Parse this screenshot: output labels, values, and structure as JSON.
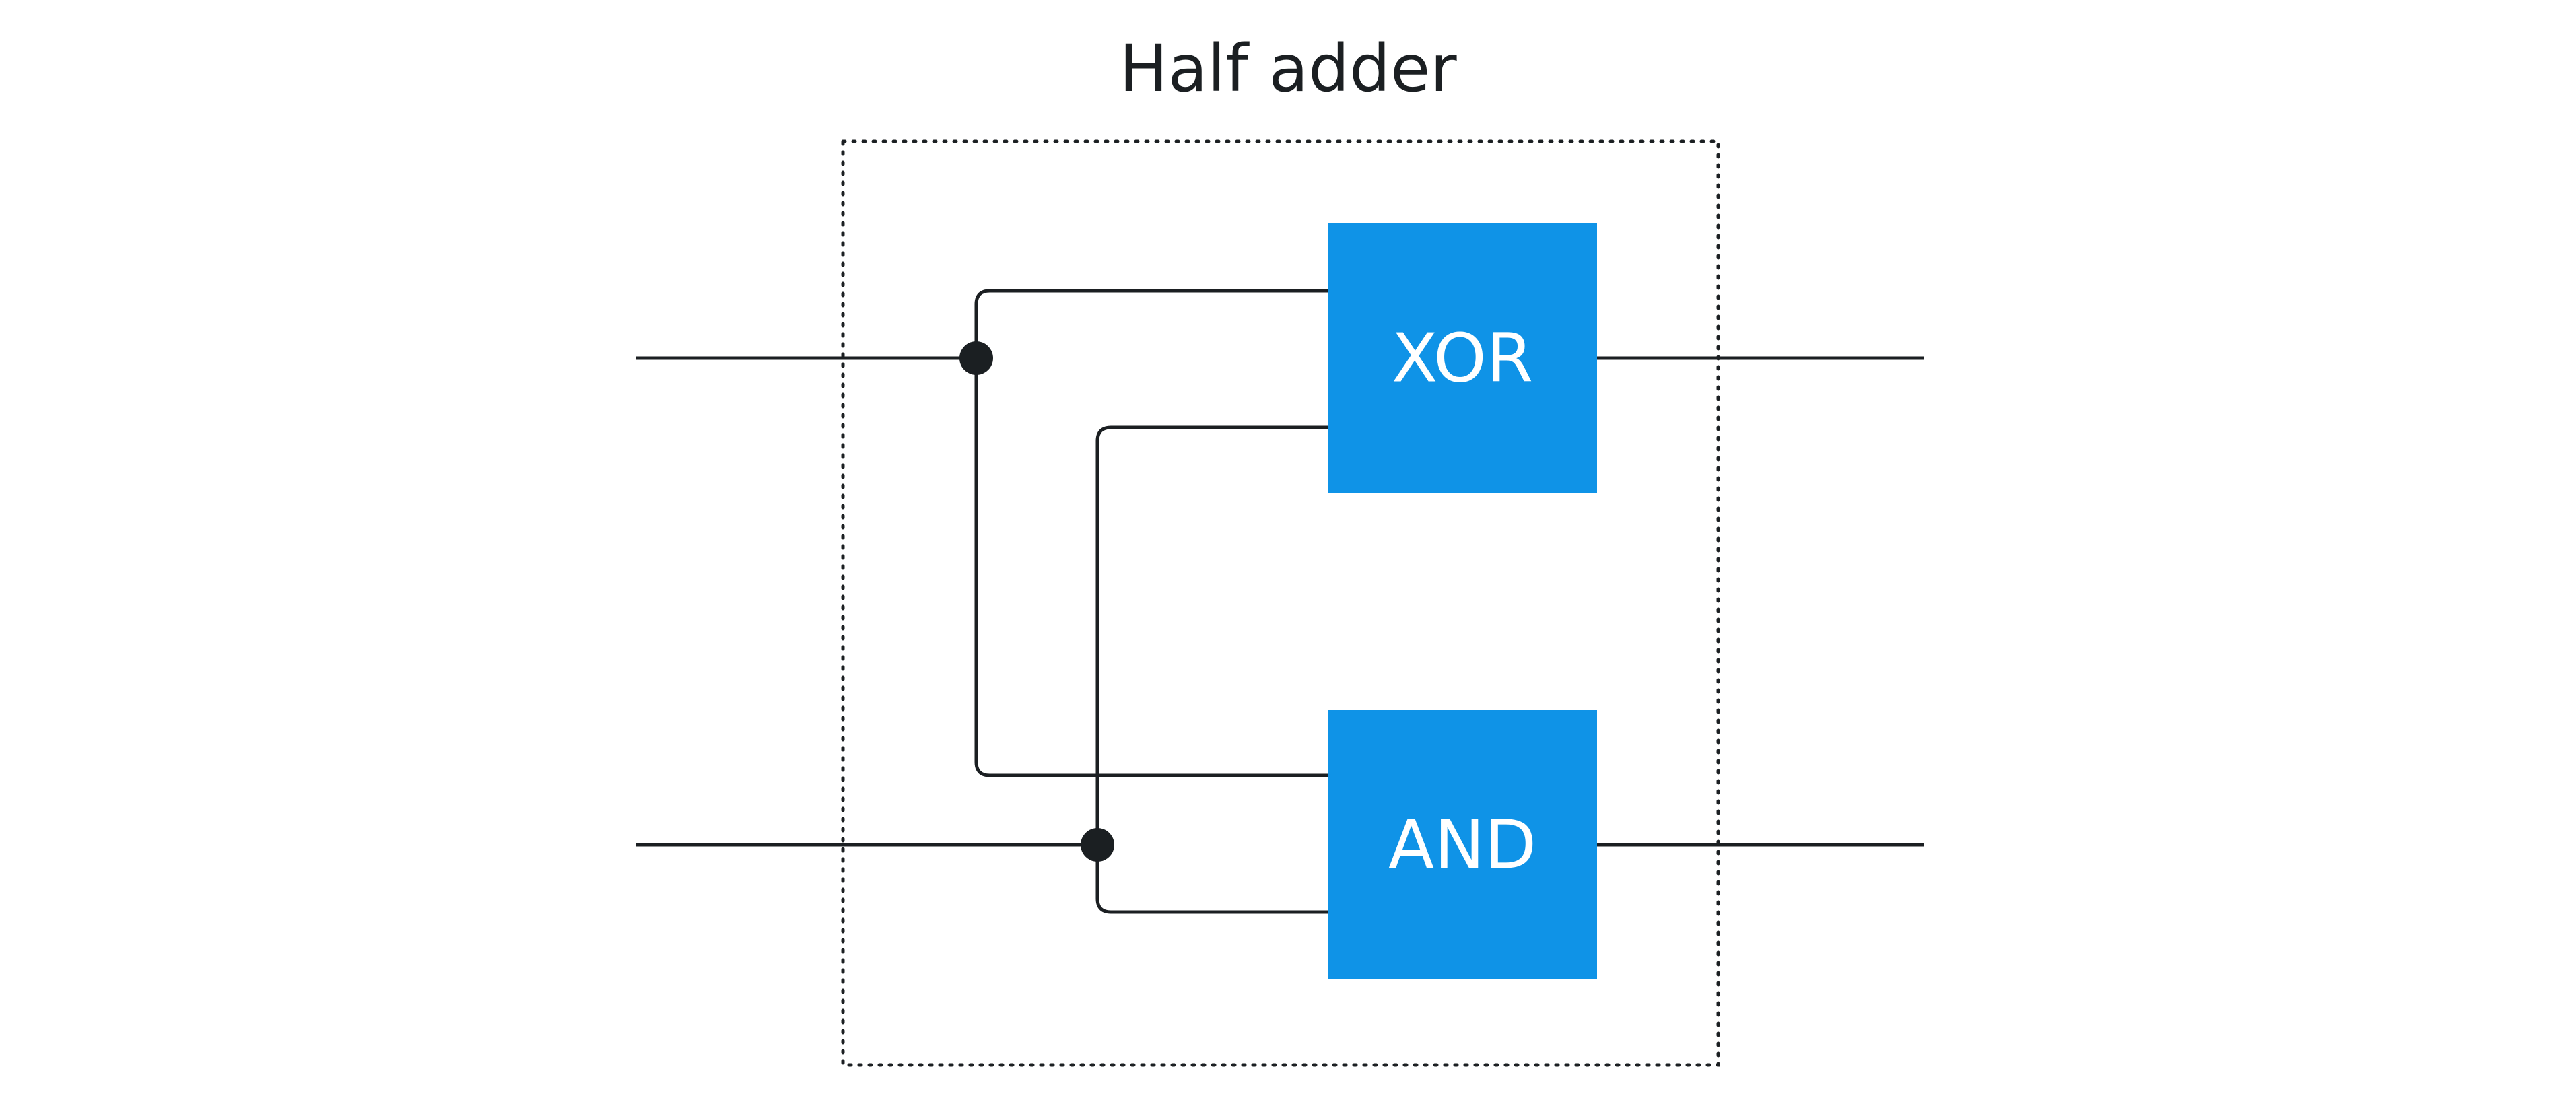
{
  "title": "Half adder",
  "gates": [
    {
      "id": "xor",
      "label": "XOR"
    },
    {
      "id": "and",
      "label": "AND"
    }
  ],
  "colors": {
    "gate_fill": "#0f93e7",
    "wire": "#1b1f22",
    "background": "#ffffff"
  }
}
